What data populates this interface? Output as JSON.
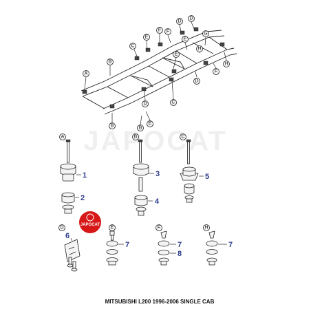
{
  "watermark": "JAPOCAT",
  "logo": {
    "text": "JAPOCAT",
    "color": "#d81818"
  },
  "caption": "MITSUBISHI L200 1996-2006 SINGLE CAB",
  "colors": {
    "part_number": "#2b3a8c",
    "line": "#222222"
  },
  "frame_callouts": [
    "E",
    "F",
    "D",
    "D",
    "C",
    "F",
    "E",
    "H",
    "G",
    "B",
    "D",
    "E",
    "H",
    "F",
    "A",
    "D",
    "C",
    "B",
    "E",
    "B"
  ],
  "groups": [
    {
      "letter": "A",
      "parts": [
        "1",
        "2"
      ]
    },
    {
      "letter": "B",
      "parts": [
        "3",
        "4"
      ]
    },
    {
      "letter": "C",
      "parts": [
        "5"
      ]
    },
    {
      "letter": "D",
      "parts": [
        "6"
      ]
    },
    {
      "letter": "E",
      "parts": [
        "7"
      ]
    },
    {
      "letter": "F",
      "parts": [
        "7",
        "8"
      ]
    },
    {
      "letter": "H",
      "parts": [
        "7"
      ]
    }
  ]
}
